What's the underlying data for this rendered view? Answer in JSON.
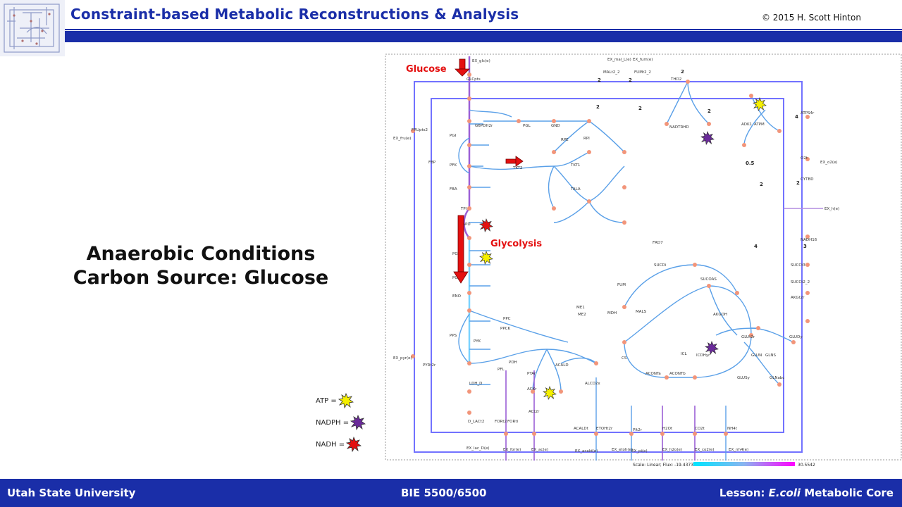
{
  "header": {
    "title": "Constraint-based Metabolic Reconstructions & Analysis",
    "copyright": "© 2015 H. Scott Hinton"
  },
  "main": {
    "heading_line1": "Anaerobic Conditions",
    "heading_line2": "Carbon Source: Glucose"
  },
  "legend": [
    {
      "label": "ATP =",
      "color": "#f5f000"
    },
    {
      "label": "NADPH =",
      "color": "#6a2a9a"
    },
    {
      "label": "NADH =",
      "color": "#e41010"
    }
  ],
  "map": {
    "callout_glucose": "Glucose",
    "callout_glycolysis": "Glycolysis",
    "top_exchanges": [
      "EX_glc(e)",
      "EX_mal_L(e)",
      "EX_fum(e)"
    ],
    "top_transport": [
      "GLCpts",
      "MALt2_2",
      "FUMt2_2",
      "THD2"
    ],
    "left_exchanges": [
      "FRUpts2",
      "EX_fru(e)",
      "EX_pyr(e)",
      "PYRt2r"
    ],
    "glycolysis": [
      "PGI",
      "PFK",
      "FBP",
      "FBA",
      "TPI",
      "GAPD",
      "PGK",
      "PGM",
      "ENO",
      "PPS",
      "PYK",
      "LDH_D",
      "D_LACt2"
    ],
    "ppp": [
      "G6PDH2r",
      "PGL",
      "GND",
      "RPE",
      "RPI",
      "TKT2",
      "TKT1",
      "TALA"
    ],
    "tca": [
      "FRD7",
      "SUCDi",
      "FUM",
      "MDH",
      "SUCOAS",
      "AKGDH",
      "MALS",
      "ICL",
      "CS",
      "ACONTa",
      "ACONTb",
      "ICDHyr",
      "ME1",
      "ME2",
      "PPC",
      "PPCK"
    ],
    "fermentation": [
      "PDH",
      "PFL",
      "PTAr",
      "ACKr",
      "ACALD",
      "ALCD2x",
      "ACt2r"
    ],
    "right_side": [
      "ADK1",
      "ATPM",
      "ATPS4r",
      "NADTRHD",
      "O2t",
      "EX_o2(e)",
      "CYTBD",
      "EX_h(e)",
      "NADH16",
      "SUCCt3",
      "SUCCt2_2",
      "AKGt2r",
      "GLUDy",
      "GLUSy",
      "GLUN",
      "GLNS",
      "GLNabc",
      "GLUt2r"
    ],
    "bottom_exchanges": [
      "EX_lac_D(e)",
      "EX_for(e)",
      "EX_ac(e)",
      "EX_acald(e)",
      "EX_etoh(e)",
      "EX_pi(e)",
      "EX_h2o(e)",
      "EX_co2(e)",
      "EX_nh4(e)"
    ],
    "bottom_transport": [
      "FORt2",
      "FORti",
      "ACALDt",
      "ETOHt2r",
      "PIt2r",
      "H2Ot",
      "CO2t",
      "NH4t"
    ],
    "scale_label": "Scale: Linear; Flux: -19.4373",
    "scale_max": "30.5542",
    "stoich_marks": [
      "2",
      "2",
      "2",
      "2",
      "2",
      "2",
      "4",
      "0.5",
      "2",
      "2",
      "4",
      "3"
    ]
  },
  "footer": {
    "left": "Utah State University",
    "center": "BIE 5500/6500",
    "right_prefix": "Lesson: ",
    "right_italic": "E.coli",
    "right_suffix": " Metabolic Core"
  }
}
